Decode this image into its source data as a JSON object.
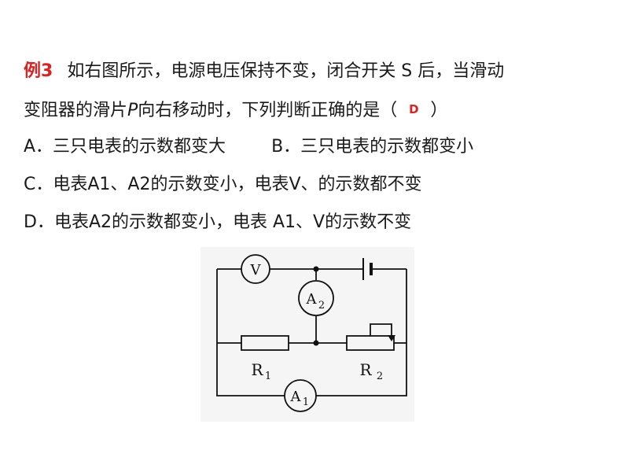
{
  "question": {
    "tag": "例3",
    "line1": "如右图所示，电源电压保持不变，闭合开关 S 后，当滑动",
    "line2_a": "变阻器的滑片",
    "line2_p": "P",
    "line2_b": "向右移动时，下列判断正确的是（",
    "answer": "D",
    "line2_close": "）"
  },
  "options": {
    "a": "A．三只电表的示数都变大",
    "b": "B．三只电表的示数都变小",
    "c": "C．电表A1、A2的示数变小，电表V、的示数都不变",
    "d": "D．电表A2的示数都变小，电表 A1、V的示数不变"
  },
  "circuit": {
    "voltmeter": "V",
    "a2": "A",
    "a2_sub": "2",
    "a1": "A",
    "a1_sub": "1",
    "r1": "R",
    "r1_sub": "1",
    "r2": "R",
    "r2_sub": "2"
  }
}
